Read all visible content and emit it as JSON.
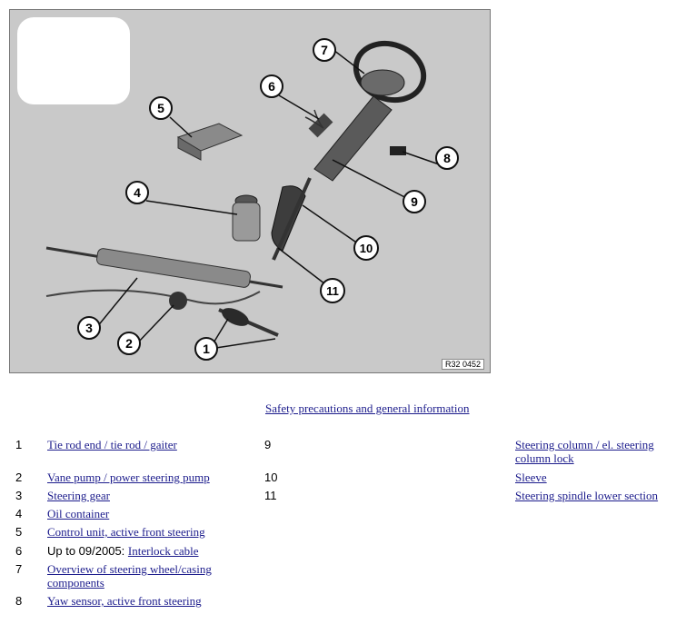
{
  "figure": {
    "reference": "R32 0452"
  },
  "safety_link": "Safety precautions and general information",
  "items_left": [
    {
      "num": "1",
      "text": "Tie rod end / tie rod / gaiter"
    },
    {
      "num": "2",
      "text": "Vane pump / power steering pump"
    },
    {
      "num": "3",
      "text": "Steering gear"
    },
    {
      "num": "4",
      "text": "Oil container"
    },
    {
      "num": "5",
      "text": "Control unit, active front steering"
    },
    {
      "num": "6",
      "prefix": "Up to 09/2005: ",
      "text": "Interlock cable"
    },
    {
      "num": "7",
      "text": "Overview of steering wheel/casing components"
    },
    {
      "num": "8",
      "text": "Yaw sensor, active front steering"
    }
  ],
  "items_right": [
    {
      "num": "9",
      "text": "Steering column / el. steering column lock"
    },
    {
      "num": "10",
      "text": "Sleeve"
    },
    {
      "num": "11",
      "text": "Steering spindle lower section"
    }
  ]
}
